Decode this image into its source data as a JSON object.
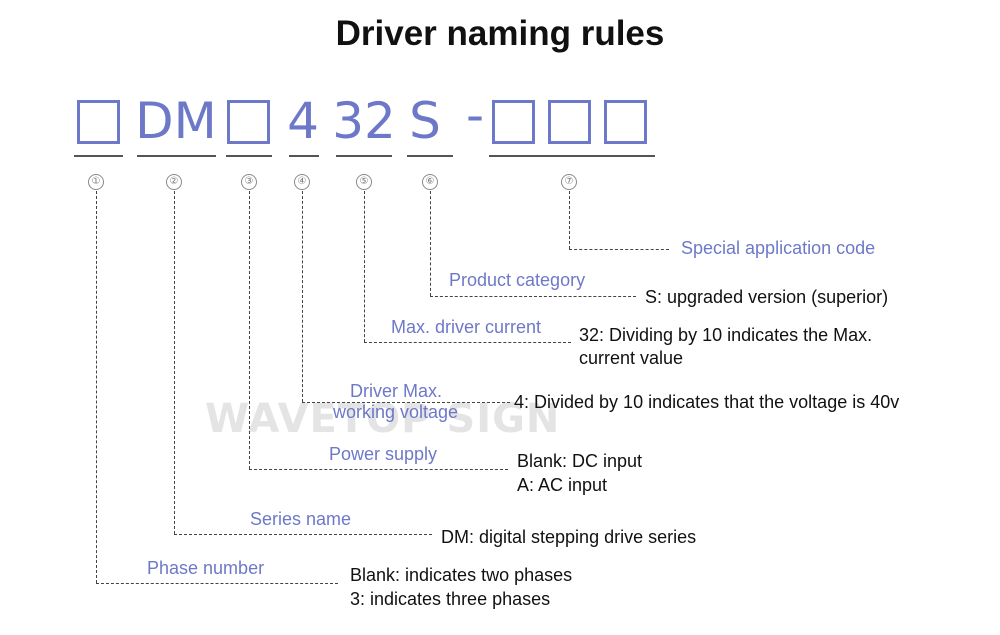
{
  "title": "Driver naming rules",
  "watermark": "WAVETOP SIGN",
  "model_code": {
    "segment2": "DM",
    "segment4": "4",
    "segment5": "32",
    "segment6": "S",
    "dash": "-"
  },
  "markers": [
    "①",
    "②",
    "③",
    "④",
    "⑤",
    "⑥",
    "⑦"
  ],
  "labels": {
    "special": "Special application code",
    "product": "Product category",
    "current": "Max. driver current",
    "voltage_line1": "Driver Max.",
    "voltage_line2": "working voltage",
    "power": "Power supply",
    "series": "Series name",
    "phase": "Phase number"
  },
  "descriptions": {
    "product": "S: upgraded version (superior)",
    "current_line1": "32: Dividing by 10 indicates the Max.",
    "current_line2": "current value",
    "voltage": "4: Divided by 10 indicates that the voltage is 40v",
    "power_line1": "Blank: DC input",
    "power_line2": "A: AC input",
    "series": "DM: digital stepping drive series",
    "phase_line1": "Blank: indicates two phases",
    "phase_line2": "3: indicates three phases"
  },
  "colors": {
    "accent": "#6d79c8",
    "text": "#111111",
    "lines": "#444444"
  }
}
